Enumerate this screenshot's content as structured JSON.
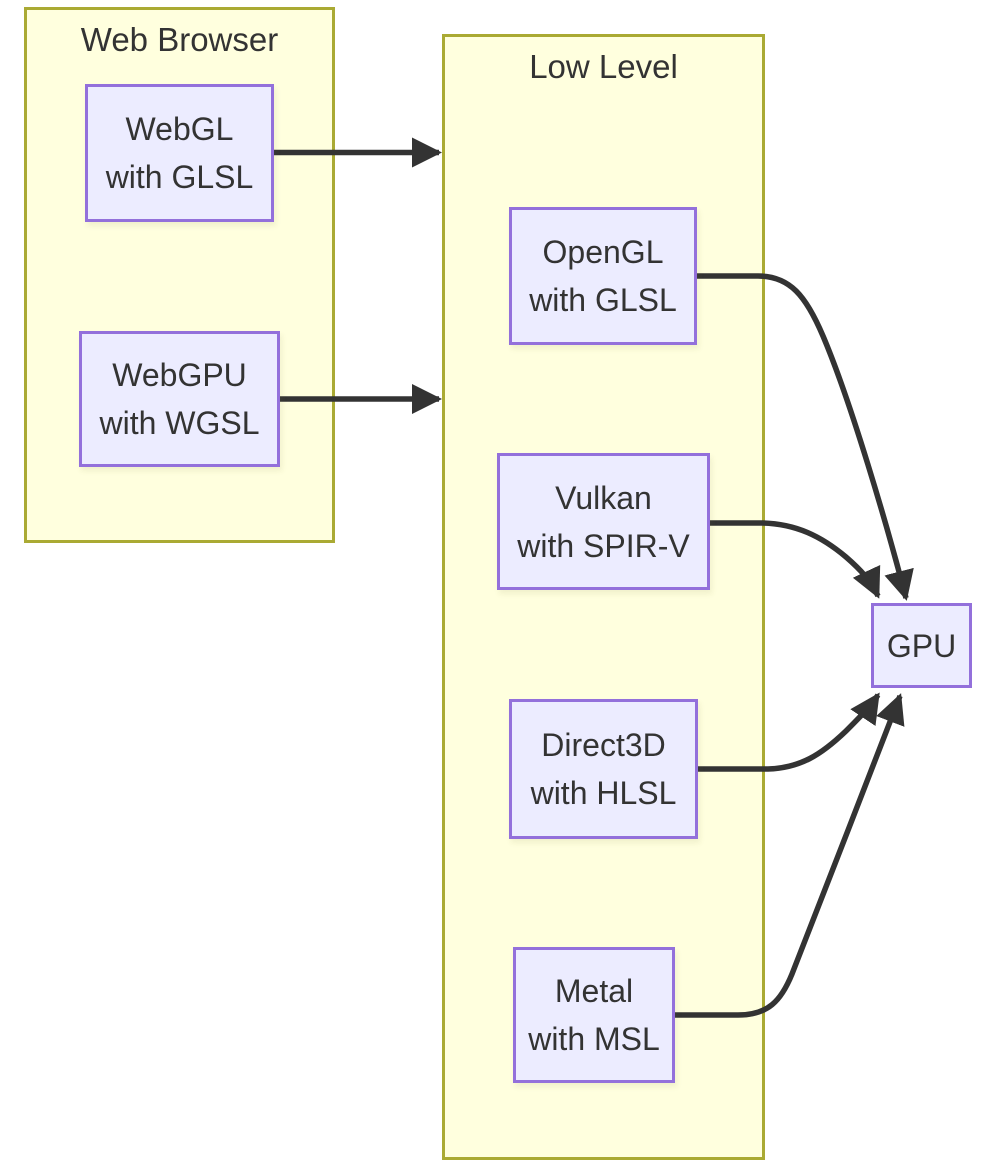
{
  "diagram": {
    "type": "flowchart",
    "direction": "left-to-right",
    "background": "#ffffff",
    "colors": {
      "cluster_fill": "#ffffde",
      "cluster_border": "#aaaa33",
      "node_fill": "#ececff",
      "node_border": "#9370db",
      "edge_stroke": "#333333",
      "text": "#333333"
    },
    "clusters": [
      {
        "id": "web-browser",
        "label": "Web Browser",
        "contains": [
          "WebGL with GLSL",
          "WebGPU with WGSL"
        ]
      },
      {
        "id": "low-level",
        "label": "Low Level",
        "contains": [
          "OpenGL with GLSL",
          "Vulkan with SPIR-V",
          "Direct3D with HLSL",
          "Metal with MSL"
        ]
      }
    ],
    "nodes": [
      {
        "id": "webgl",
        "line1": "WebGL",
        "line2": "with GLSL"
      },
      {
        "id": "webgpu",
        "line1": "WebGPU",
        "line2": "with WGSL"
      },
      {
        "id": "opengl",
        "line1": "OpenGL",
        "line2": "with GLSL"
      },
      {
        "id": "vulkan",
        "line1": "Vulkan",
        "line2": "with SPIR-V"
      },
      {
        "id": "direct3d",
        "line1": "Direct3D",
        "line2": "with HLSL"
      },
      {
        "id": "metal",
        "line1": "Metal",
        "line2": "with MSL"
      },
      {
        "id": "gpu",
        "line1": "GPU"
      }
    ],
    "edges": [
      {
        "from": "WebGL with GLSL",
        "to": "Low Level",
        "arrow": true
      },
      {
        "from": "WebGPU with WGSL",
        "to": "Low Level",
        "arrow": true
      },
      {
        "from": "OpenGL with GLSL",
        "to": "GPU",
        "arrow": true
      },
      {
        "from": "Vulkan with SPIR-V",
        "to": "GPU",
        "arrow": true
      },
      {
        "from": "Direct3D with HLSL",
        "to": "GPU",
        "arrow": true
      },
      {
        "from": "Metal with MSL",
        "to": "GPU",
        "arrow": true
      }
    ]
  }
}
